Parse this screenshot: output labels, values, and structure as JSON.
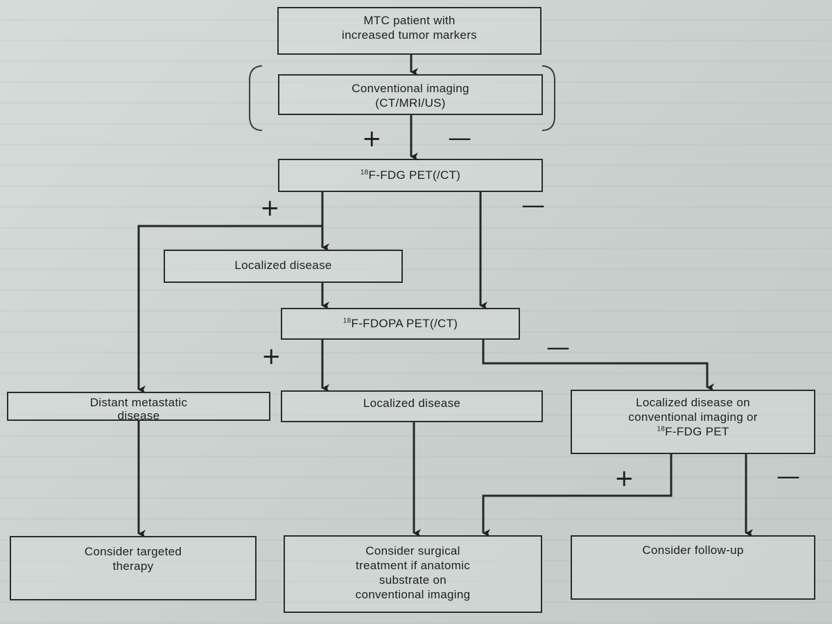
{
  "nodes": {
    "start": {
      "lines": [
        "MTC patient with",
        "increased tumor markers"
      ]
    },
    "conventional_imaging": {
      "lines": [
        "Conventional imaging",
        "(CT/MRI/US)"
      ]
    },
    "fdg_pet": {
      "sup": "18",
      "text": "F-FDG PET(/CT)"
    },
    "localized_disease_1": {
      "lines": [
        "Localized disease"
      ]
    },
    "fdopa_pet": {
      "sup": "18",
      "text": "F-FDOPA PET(/CT)"
    },
    "distant_metastatic": {
      "lines": [
        "Distant metastatic",
        "disease"
      ]
    },
    "localized_disease_2": {
      "lines": [
        "Localized disease"
      ]
    },
    "localized_conventional": {
      "lines": [
        "Localized disease on",
        "conventional imaging or"
      ],
      "sup": "18",
      "text": "F-FDG PET"
    },
    "targeted_therapy": {
      "lines": [
        "Consider targeted",
        "therapy"
      ]
    },
    "surgical_treatment": {
      "lines": [
        "Consider surgical",
        "treatment if anatomic",
        "substrate on",
        "conventional imaging"
      ]
    },
    "follow_up": {
      "lines": [
        "Consider follow-up"
      ]
    }
  },
  "signs": {
    "plus": "+",
    "minus": "—"
  }
}
